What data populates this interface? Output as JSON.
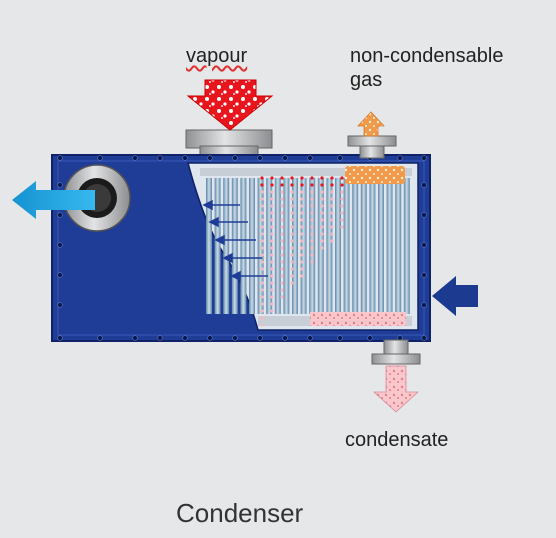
{
  "labels": {
    "vapour": "vapour",
    "non_condensable_line1": "non-condensable",
    "non_condensable_line2": "gas",
    "condensate": "condensate"
  },
  "caption": "Condenser",
  "colors": {
    "background": "#e6e7e8",
    "shell": "#1f3c97",
    "shell_dark": "#14296e",
    "vapour_arrow": "#e8151d",
    "coolant_out": "#1aa3df",
    "coolant_in": "#1c3a8f",
    "tubes": "#87aac4",
    "gas_arrow": "#f5a55a",
    "condensate_arrow": "#f7c7cc",
    "flange": "#a9abae"
  }
}
